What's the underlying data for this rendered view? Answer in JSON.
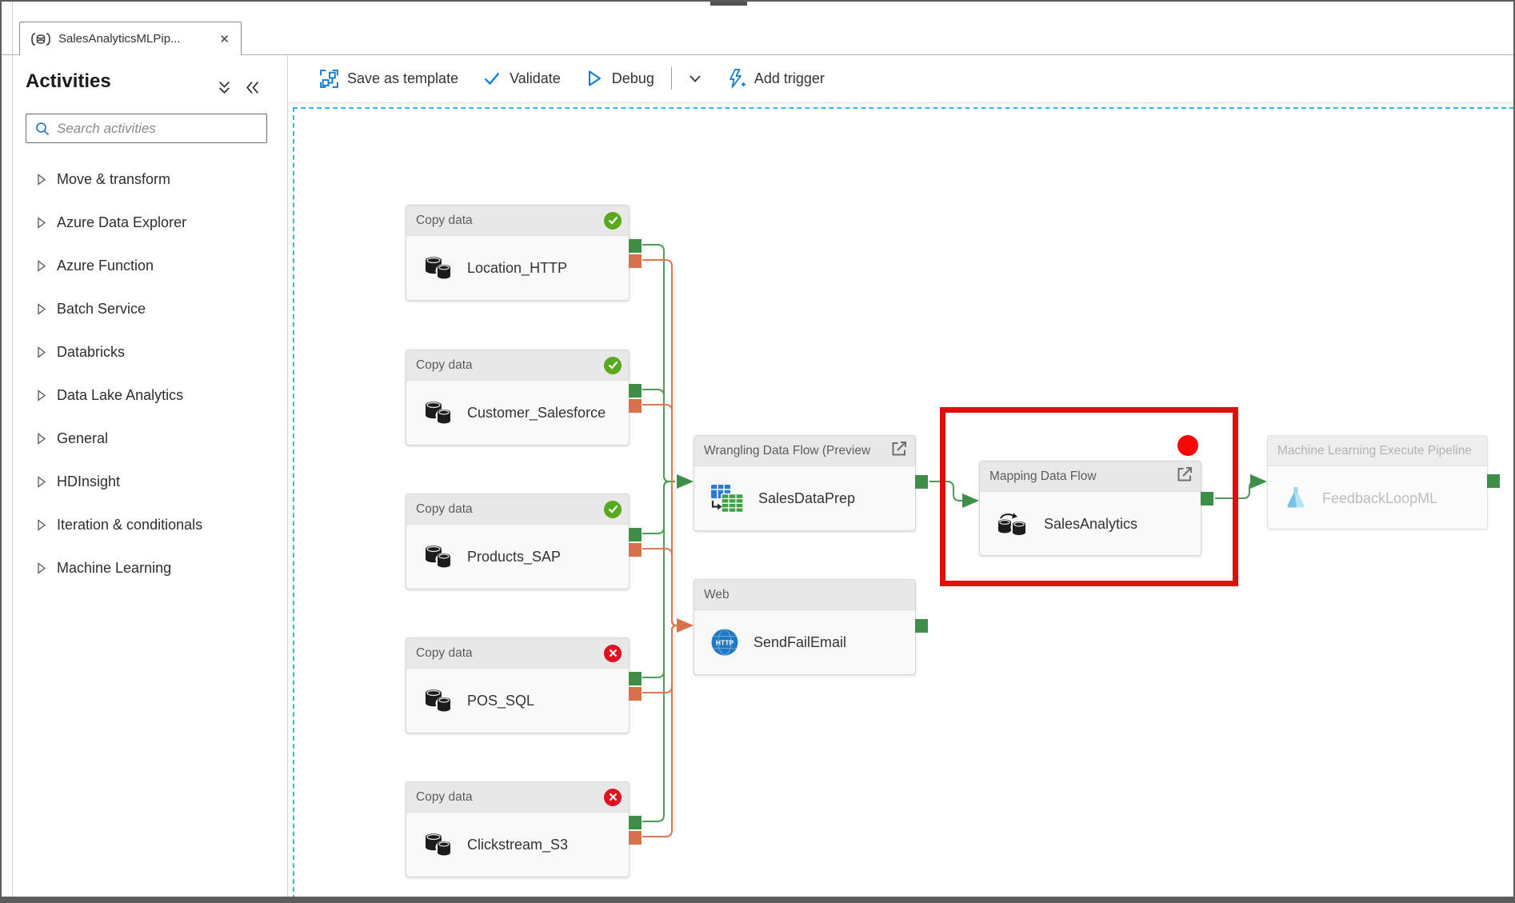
{
  "window": {
    "tab": {
      "title": "SalesAnalyticsMLPip...",
      "close_glyph": "✕"
    }
  },
  "toolbar": {
    "save_as_template": "Save as template",
    "validate": "Validate",
    "debug": "Debug",
    "add_trigger": "Add trigger"
  },
  "sidebar": {
    "title": "Activities",
    "search_placeholder": "Search activities",
    "items": [
      "Move & transform",
      "Azure Data Explorer",
      "Azure Function",
      "Batch Service",
      "Databricks",
      "Data Lake Analytics",
      "General",
      "HDInsight",
      "Iteration & conditionals",
      "Machine Learning"
    ]
  },
  "canvas": {
    "copy_nodes": [
      {
        "type": "Copy data",
        "name": "Location_HTTP",
        "status": "succeeded"
      },
      {
        "type": "Copy data",
        "name": "Customer_Salesforce",
        "status": "succeeded"
      },
      {
        "type": "Copy data",
        "name": "Products_SAP",
        "status": "succeeded"
      },
      {
        "type": "Copy data",
        "name": "POS_SQL",
        "status": "failed"
      },
      {
        "type": "Copy data",
        "name": "Clickstream_S3",
        "status": "failed"
      }
    ],
    "wrangling_node": {
      "type": "Wrangling Data Flow (Preview",
      "name": "SalesDataPrep"
    },
    "web_node": {
      "type": "Web",
      "name": "SendFailEmail",
      "icon_label": "HTTP"
    },
    "mapping_node": {
      "type": "Mapping Data Flow",
      "name": "SalesAnalytics",
      "highlighted": true
    },
    "ml_node": {
      "type": "Machine Learning Execute Pipeline",
      "name": "FeedbackLoopML",
      "disabled": true
    }
  },
  "colors": {
    "accent_blue": "#0b78d1",
    "success_green": "#5aa81f",
    "error_red": "#e1111f",
    "wire_green": "#4f9a58",
    "wire_orange": "#e0764f",
    "port_green": "#3e8e47",
    "port_orange": "#d9704c",
    "highlight_red": "#e10e0e",
    "canvas_dash_cyan": "#35b9e9"
  }
}
